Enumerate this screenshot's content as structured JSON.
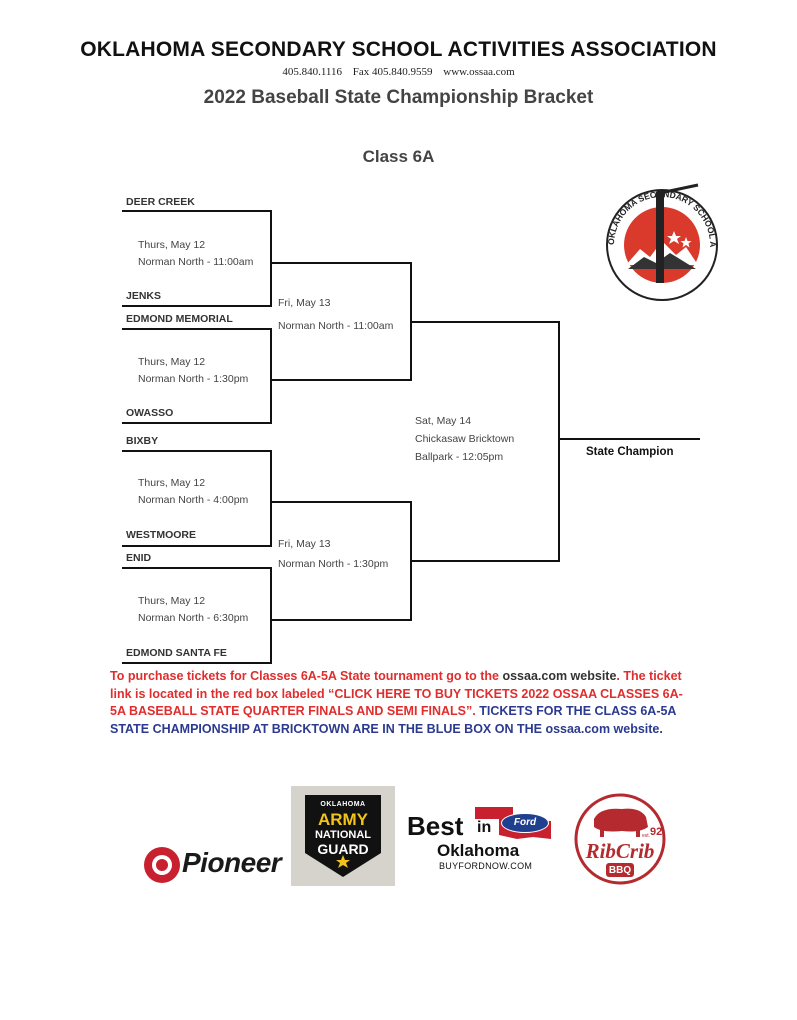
{
  "header": {
    "organization": "OKLAHOMA SECONDARY SCHOOL ACTIVITIES ASSOCIATION",
    "phone": "405.840.1116",
    "fax": "Fax 405.840.9559",
    "website": "www.ossaa.com",
    "title": "2022 Baseball State Championship Bracket",
    "class_label": "Class 6A"
  },
  "bracket": {
    "teams": [
      "DEER CREEK",
      "JENKS",
      "EDMOND MEMORIAL",
      "OWASSO",
      "BIXBY",
      "WESTMOORE",
      "ENID",
      "EDMOND SANTA FE"
    ],
    "quarterfinals": [
      {
        "date": "Thurs, May 12",
        "venue": "Norman North - 11:00am"
      },
      {
        "date": "Thurs, May 12",
        "venue": "Norman North - 1:30pm"
      },
      {
        "date": "Thurs, May 12",
        "venue": "Norman North - 4:00pm"
      },
      {
        "date": "Thurs, May 12",
        "venue": "Norman North - 6:30pm"
      }
    ],
    "semifinals": [
      {
        "date": "Fri, May 13",
        "venue": "Norman North - 11:00am"
      },
      {
        "date": "Fri, May 13",
        "venue": "Norman North - 1:30pm"
      }
    ],
    "final": {
      "date": "Sat, May 14",
      "venue_line1": "Chickasaw Bricktown",
      "venue_line2": "Ballpark - 12:05pm"
    },
    "champion_label": "State Champion"
  },
  "logo": {
    "text": "OKLAHOMA SECONDARY SCHOOL ACTIVITIES ASSOCIATION",
    "colors": {
      "red": "#d93a2b",
      "dark": "#222222"
    }
  },
  "notice": {
    "part1": "To purchase tickets for Classes 6A-5A State tournament go to the ",
    "link1": "ossaa.com",
    "part2": " website",
    "part3": ". The ticket link is located in the red box labeled “CLICK HERE TO BUY TICKETS 2022 OSSAA CLASSES 6A-5A BASEBALL STATE QUARTER FINALS AND SEMI FINALS”.",
    "part4": "  TICKETS FOR THE CLASS 6A-5A STATE CHAMPIONSHIP AT BRICKTOWN ARE IN THE BLUE BOX ON THE ",
    "link2": "ossaa.com",
    "part5": " website."
  },
  "sponsors": {
    "pioneer": "Pioneer",
    "guard": {
      "line1": "OKLAHOMA",
      "line2": "ARMY",
      "line3": "NATIONAL",
      "line4": "GUARD"
    },
    "ford": {
      "best": "Best",
      "in": "in",
      "state": "Oklahoma",
      "url": "BUYFORDNOW.COM",
      "badge": "Ford"
    },
    "ribcrib": {
      "name": "RibCrib",
      "sub": "BBQ",
      "est": "est.",
      "year": "92"
    }
  }
}
